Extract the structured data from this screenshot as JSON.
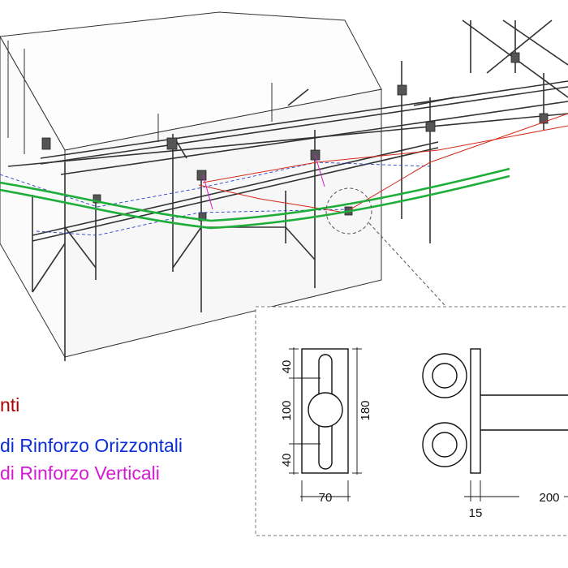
{
  "legend": [
    {
      "text": "nti",
      "color": "#b00000"
    },
    {
      "text": "di Rinforzo Orizzontali",
      "color": "#0a2fd6"
    },
    {
      "text": "di Rinforzo Verticali",
      "color": "#d61ad6"
    }
  ],
  "detail": {
    "plate_dims": {
      "top": "40",
      "middle": "100",
      "bottom": "40",
      "height": "180",
      "width": "70"
    },
    "side_dims": {
      "thickness": "15",
      "length": "200"
    }
  },
  "colors": {
    "green_rails": "#1fae3a",
    "red_cables": "#d42a1a",
    "blue_dashed": "#2b3fcc",
    "magenta": "#d61ad6",
    "steel": "#333333"
  }
}
